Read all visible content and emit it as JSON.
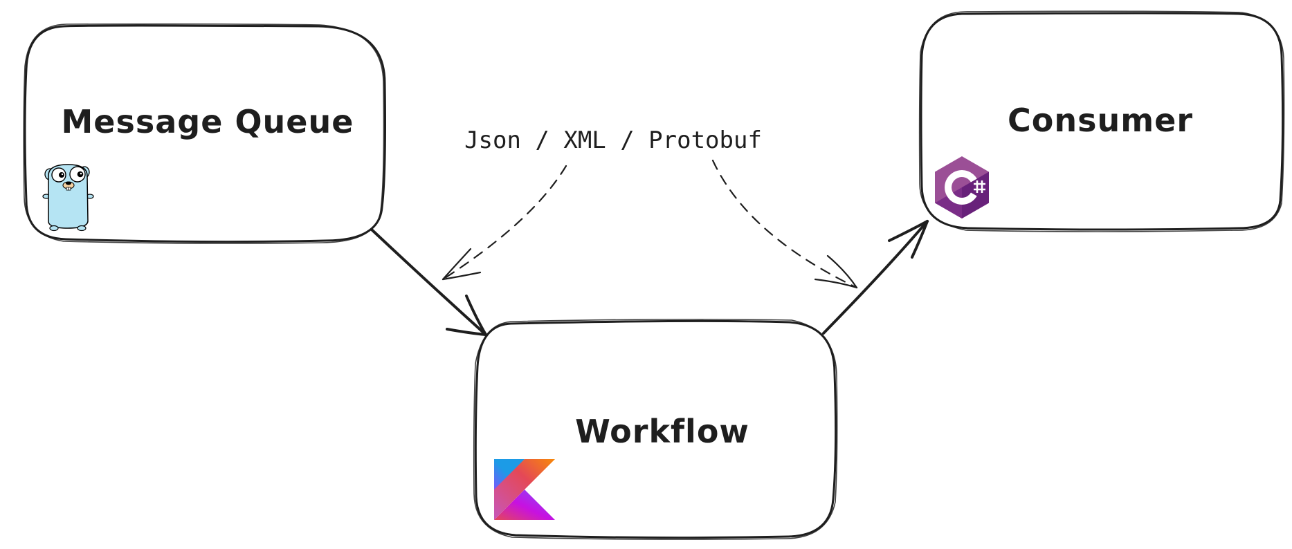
{
  "nodes": {
    "message_queue": {
      "title": "Message Queue",
      "icon": "go-gopher-icon"
    },
    "consumer": {
      "title": "Consumer",
      "icon": "csharp-logo-icon"
    },
    "workflow": {
      "title": "Workflow",
      "icon": "kotlin-logo-icon"
    }
  },
  "edges": {
    "format_label": "Json / XML / Protobuf",
    "queue_to_workflow": {
      "from": "Message Queue",
      "to": "Workflow",
      "style": "solid"
    },
    "workflow_to_consumer": {
      "from": "Workflow",
      "to": "Consumer",
      "style": "solid"
    },
    "format_to_queue_side": {
      "style": "dashed"
    },
    "format_to_consumer_side": {
      "style": "dashed"
    }
  },
  "colors": {
    "stroke": "#1e1e1e",
    "background": "#ffffff",
    "gopher_body": "#b5e4f3",
    "gopher_outline": "#000000",
    "csharp_dark": "#68217a",
    "csharp_light": "#9b4f96",
    "kotlin_orange": "#f88909",
    "kotlin_purple": "#7f52ff",
    "kotlin_blue": "#1c9be6",
    "kotlin_pink": "#e44857"
  }
}
